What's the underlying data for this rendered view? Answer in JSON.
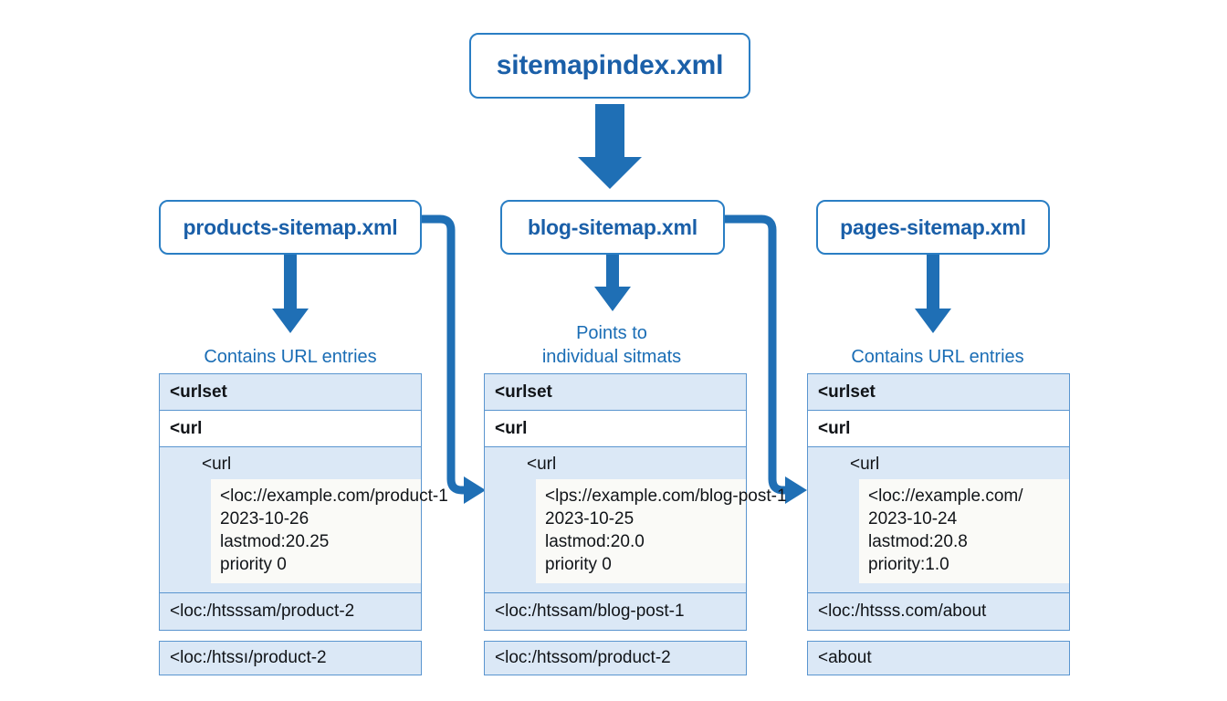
{
  "diagram": {
    "title": "sitemapindex.xml",
    "accent_blue": "#1a5fa8",
    "arrow_blue": "#1f6fb5",
    "border_blue": "#2a7ec4",
    "row_shade": "#dbe8f6"
  },
  "root": {
    "label": "sitemapindex.xml"
  },
  "columns": [
    {
      "id": "products",
      "node_label": "products-sitemap.xml",
      "caption": "Contains URL entries",
      "rows": [
        {
          "text": "<urlset",
          "style": "shade bold"
        },
        {
          "text": "<url",
          "style": "plain bold"
        }
      ],
      "nested": {
        "label": "<url",
        "lines": [
          "<loc://example.com/product-1",
          "2023-10-26",
          "lastmod:20.25",
          "priority 0"
        ]
      },
      "loc_row": "<loc:/htsssam/product-2",
      "tail_row": "<loc:/htssı/product-2"
    },
    {
      "id": "blog",
      "node_label": "blog-sitemap.xml",
      "caption": "Points to\nindividual sitmats",
      "rows": [
        {
          "text": "<urlset",
          "style": "shade bold"
        },
        {
          "text": "<url",
          "style": "plain bold"
        }
      ],
      "nested": {
        "label": "<url",
        "lines": [
          "<lps://example.com/blog-post-1",
          "2023-10-25",
          "lastmod:20.0",
          "priority 0"
        ]
      },
      "loc_row": "<loc:/htssam/blog-post-1",
      "tail_row": "<loc:/htssom/product-2"
    },
    {
      "id": "pages",
      "node_label": "pages-sitemap.xml",
      "caption": "Contains URL entries",
      "rows": [
        {
          "text": "<urlset",
          "style": "shade bold"
        },
        {
          "text": "<url",
          "style": "plain bold"
        }
      ],
      "nested": {
        "label": "<url",
        "lines": [
          "<loc://example.com/",
          "2023-10-24",
          "lastmod:20.8",
          "priority:1.0"
        ]
      },
      "loc_row": "<loc:/htsss.com/about",
      "tail_row": "<about"
    }
  ],
  "connectors": [
    {
      "name": "root-to-blog-arrow",
      "kind": "block-arrow-down"
    },
    {
      "name": "products-down-arrow",
      "kind": "thin-arrow-down"
    },
    {
      "name": "blog-down-arrow",
      "kind": "thin-arrow-down"
    },
    {
      "name": "pages-down-arrow",
      "kind": "thin-arrow-down"
    },
    {
      "name": "products-to-blog-elbow",
      "kind": "elbow-arrow-right"
    },
    {
      "name": "blog-to-pages-elbow",
      "kind": "elbow-arrow-right"
    }
  ]
}
